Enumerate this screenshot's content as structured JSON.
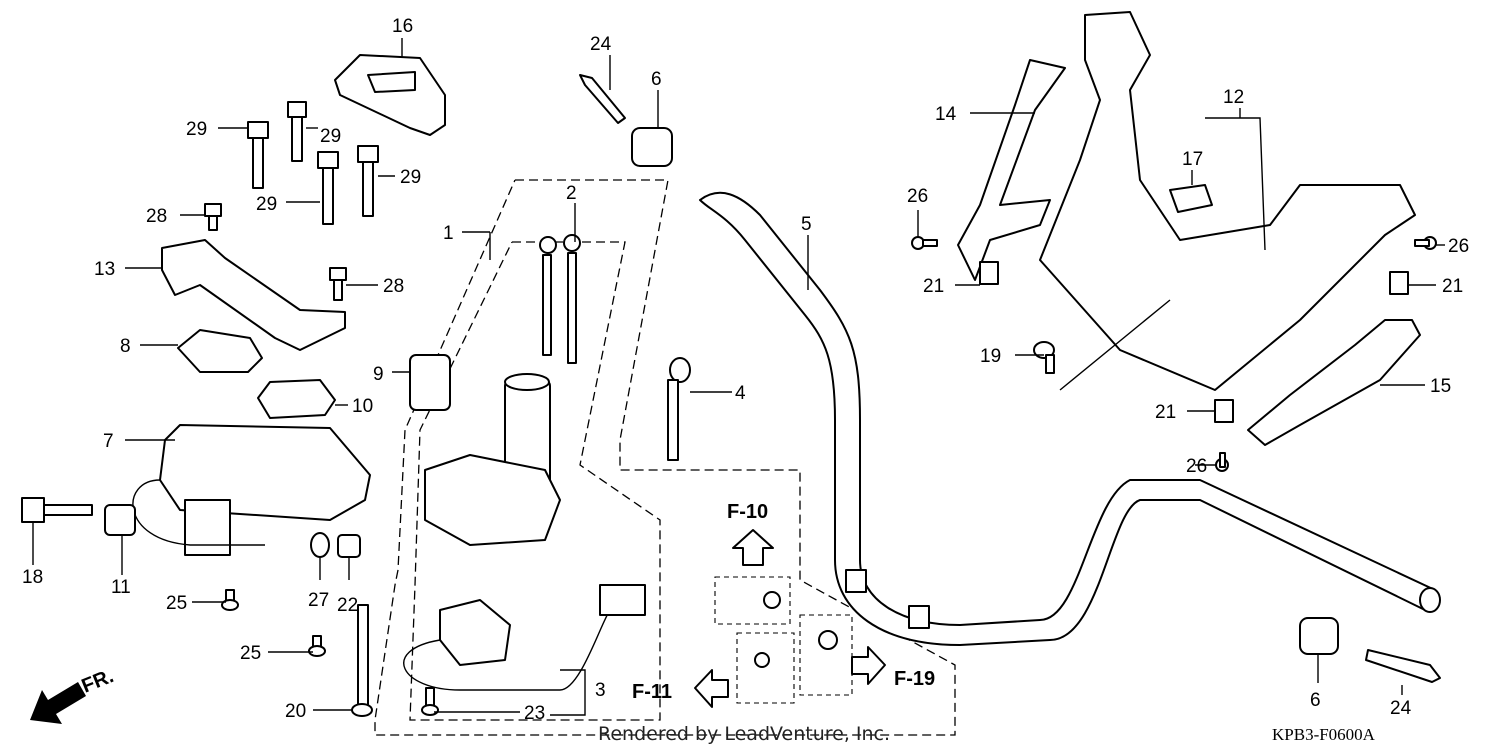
{
  "callouts": {
    "c1": "1",
    "c2": "2",
    "c3": "3",
    "c4": "4",
    "c5": "5",
    "c6a": "6",
    "c6b": "6",
    "c7": "7",
    "c8": "8",
    "c9": "9",
    "c10": "10",
    "c11": "11",
    "c12": "12",
    "c13": "13",
    "c14": "14",
    "c15": "15",
    "c16": "16",
    "c17": "17",
    "c18": "18",
    "c19": "19",
    "c20": "20",
    "c21a": "21",
    "c21b": "21",
    "c21c": "21",
    "c22": "22",
    "c23": "23",
    "c24a": "24",
    "c24b": "24",
    "c25a": "25",
    "c25b": "25",
    "c26a": "26",
    "c26b": "26",
    "c26c": "26",
    "c27": "27",
    "c28a": "28",
    "c28b": "28",
    "c29a": "29",
    "c29b": "29",
    "c29c": "29",
    "c29d": "29"
  },
  "refs": {
    "f10": "F-10",
    "f11": "F-11",
    "f19": "F-19"
  },
  "direction_label": "FR.",
  "watermark": "Rendered by LeadVenture, Inc.",
  "diagram_code": "KPB3-F0600A"
}
